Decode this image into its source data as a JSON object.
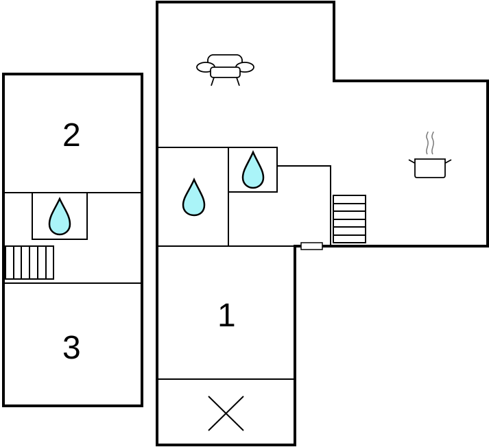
{
  "floor_plan": {
    "rooms": [
      {
        "id": "bedroom-2",
        "label": "2"
      },
      {
        "id": "bedroom-3",
        "label": "3"
      },
      {
        "id": "bedroom-1",
        "label": "1"
      }
    ],
    "icons": [
      "sofa-icon",
      "cooking-pot-icon",
      "water-drop-icon",
      "stairs-icon",
      "terrace-x-icon",
      "door-icon"
    ],
    "colors": {
      "wall": "#000000",
      "bathroom_drop": "#aaf4f8",
      "background": "#ffffff"
    }
  }
}
